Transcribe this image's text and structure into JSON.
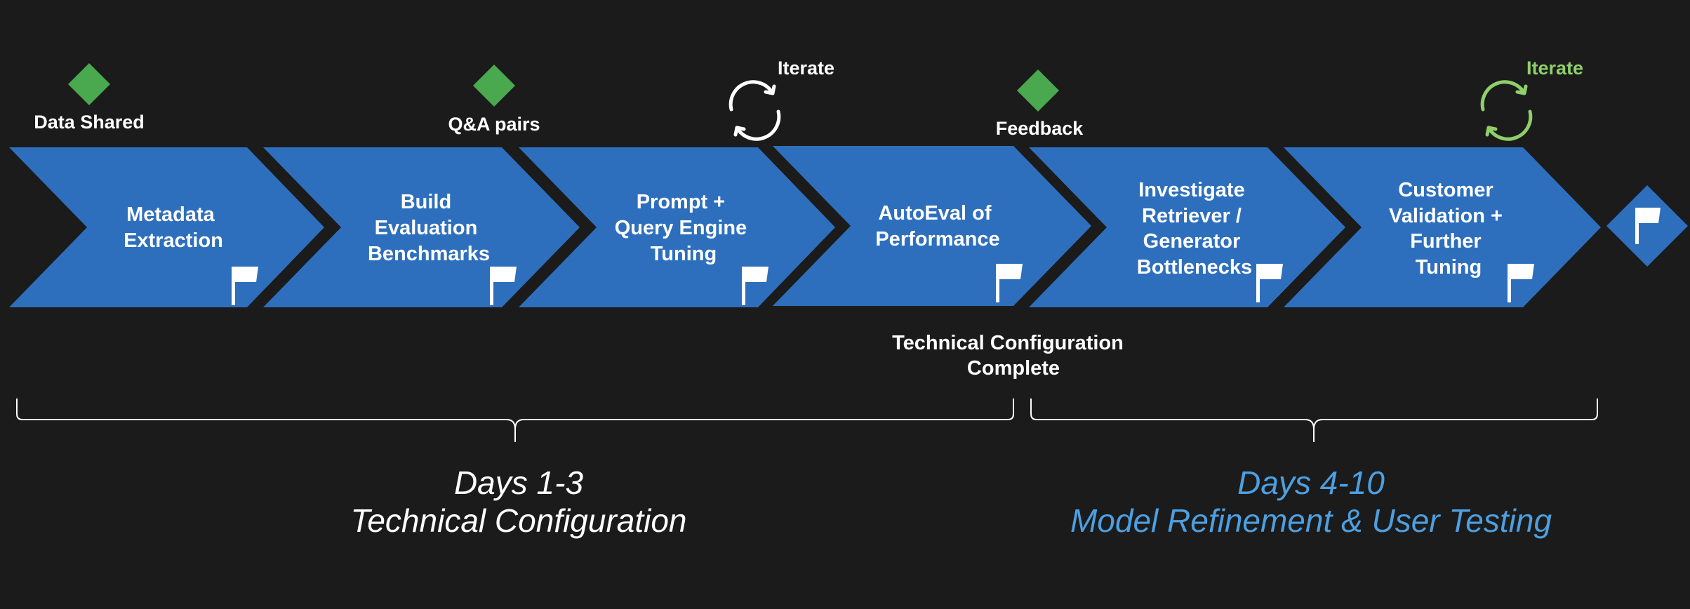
{
  "colors": {
    "background": "#1b1b1b",
    "chevron": "#2e6fbd",
    "milestone": "#4aa84f",
    "white": "#ffffff",
    "accent_blue": "#4d9fe0",
    "accent_green": "#8fcf6a"
  },
  "icons": {
    "milestone": "green-diamond-icon",
    "flag": "flag-icon",
    "iterate": "cycle-arrows-icon"
  },
  "steps": [
    {
      "lines": [
        "Metadata",
        "Extraction"
      ]
    },
    {
      "lines": [
        "Build",
        "Evaluation",
        "Benchmarks"
      ]
    },
    {
      "lines": [
        "Prompt +",
        "Query Engine",
        "Tuning"
      ]
    },
    {
      "lines": [
        "AutoEval of",
        "Performance"
      ]
    },
    {
      "lines": [
        "Investigate",
        "Retriever /",
        "Generator",
        "Bottlenecks"
      ]
    },
    {
      "lines": [
        "Customer",
        "Validation +",
        "Further",
        "Tuning"
      ]
    }
  ],
  "milestones": [
    {
      "label": "Data Shared"
    },
    {
      "label": "Q&A pairs"
    },
    {
      "label": "Feedback"
    }
  ],
  "iterations": [
    {
      "label": "Iterate",
      "color": "#ffffff"
    },
    {
      "label": "Iterate",
      "color": "#8fcf6a"
    }
  ],
  "checkpoint": {
    "lines": [
      "Technical Configuration",
      "Complete"
    ]
  },
  "phases": [
    {
      "title": "Days 1-3",
      "subtitle": "Technical Configuration",
      "color": "#ffffff"
    },
    {
      "title": "Days 4-10",
      "subtitle": "Model Refinement & User Testing",
      "color": "#4d9fe0"
    }
  ]
}
